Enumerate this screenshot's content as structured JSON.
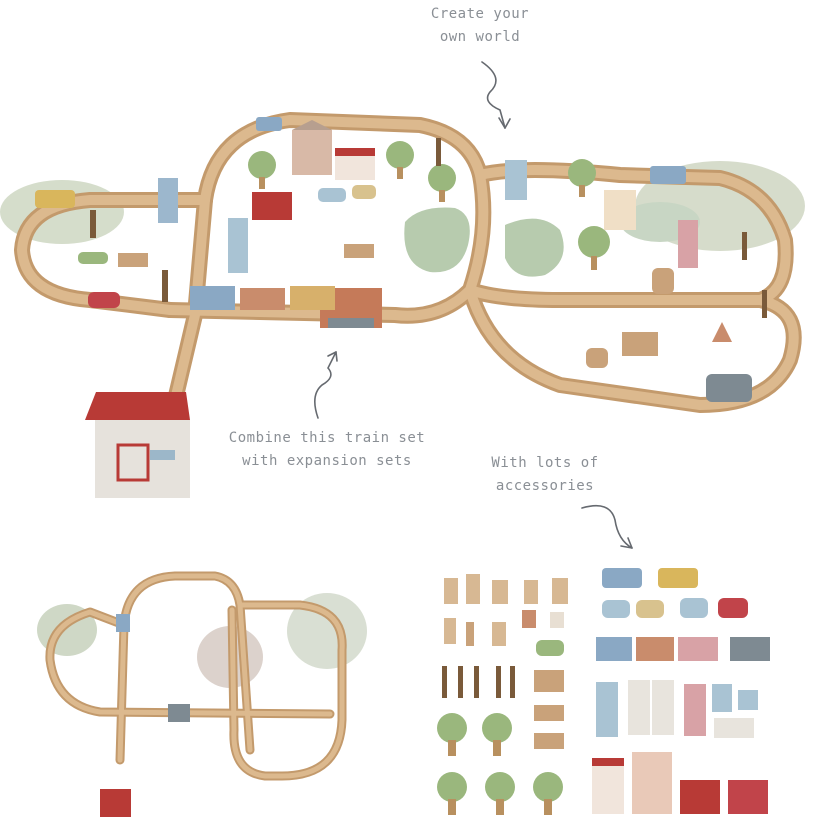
{
  "captions": {
    "world": [
      "Create your",
      "own world"
    ],
    "combine": [
      "Combine this train set",
      "with expansion sets"
    ],
    "accessories": [
      "With lots of",
      "accessories"
    ]
  },
  "colors": {
    "track": "#d9b48a",
    "track_edge": "#c39a6c",
    "mat": "#cfd8c6",
    "tree": "#9ab77d",
    "roof_red": "#b83a36",
    "vehicle_blue": "#8aa8c4",
    "caption": "#8a8f95"
  }
}
